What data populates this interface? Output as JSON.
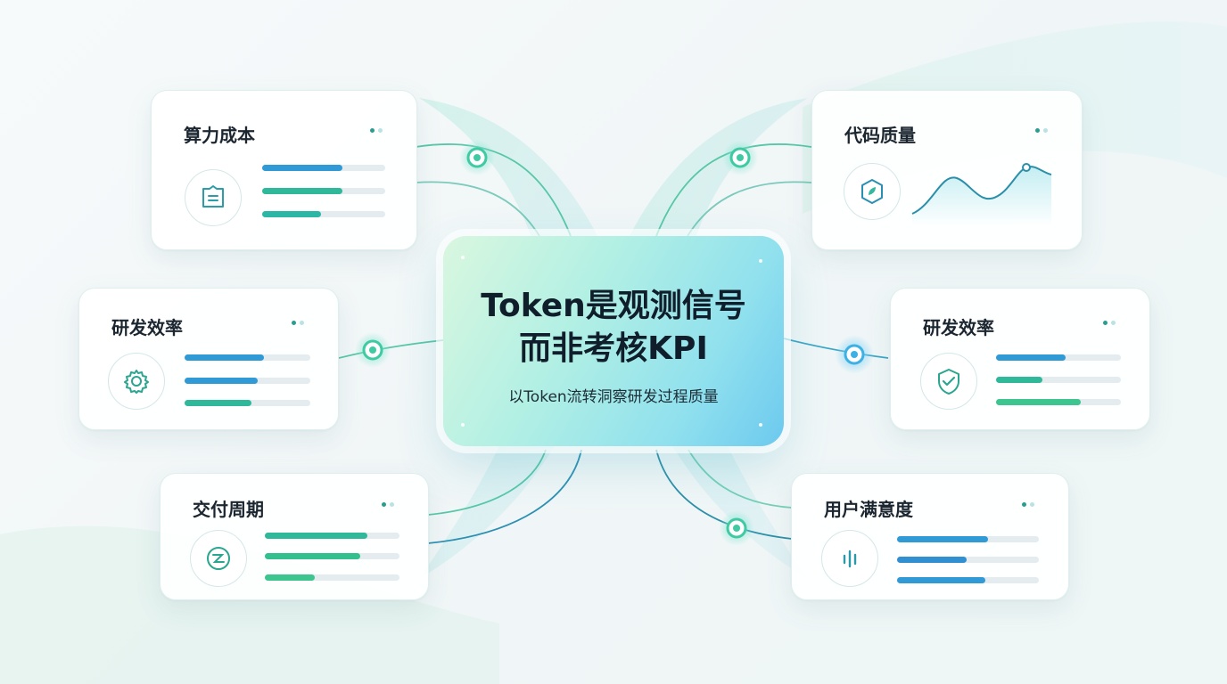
{
  "center": {
    "title_line1": "Token是观测信号",
    "title_line2": "而非考核KPI",
    "subtitle": "以Token流转洞察研发过程质量"
  },
  "cards": {
    "compute_cost": {
      "title": "算力成本",
      "icon": "document-tag-icon",
      "bars": [
        0.65,
        0.65,
        0.48
      ]
    },
    "rd_efficiency_left": {
      "title": "研发效率",
      "icon": "gear-icon",
      "bars": [
        0.63,
        0.58,
        0.53
      ]
    },
    "delivery_cycle": {
      "title": "交付周期",
      "icon": "cycle-icon",
      "bars": [
        0.76,
        0.71,
        0.37
      ]
    },
    "code_quality": {
      "title": "代码质量",
      "icon": "hexagon-leaf-icon",
      "chart": "line-trend"
    },
    "rd_efficiency_right": {
      "title": "研发效率",
      "icon": "shield-check-icon",
      "bars": [
        0.56,
        0.37,
        0.68
      ]
    },
    "user_satisfaction": {
      "title": "用户满意度",
      "icon": "audio-bars-icon",
      "bars": [
        0.64,
        0.49,
        0.62
      ]
    }
  },
  "colors": {
    "teal": "#2fb89a",
    "blue": "#2f9ad6",
    "green": "#3cc58e",
    "line": "#48c2a6"
  }
}
